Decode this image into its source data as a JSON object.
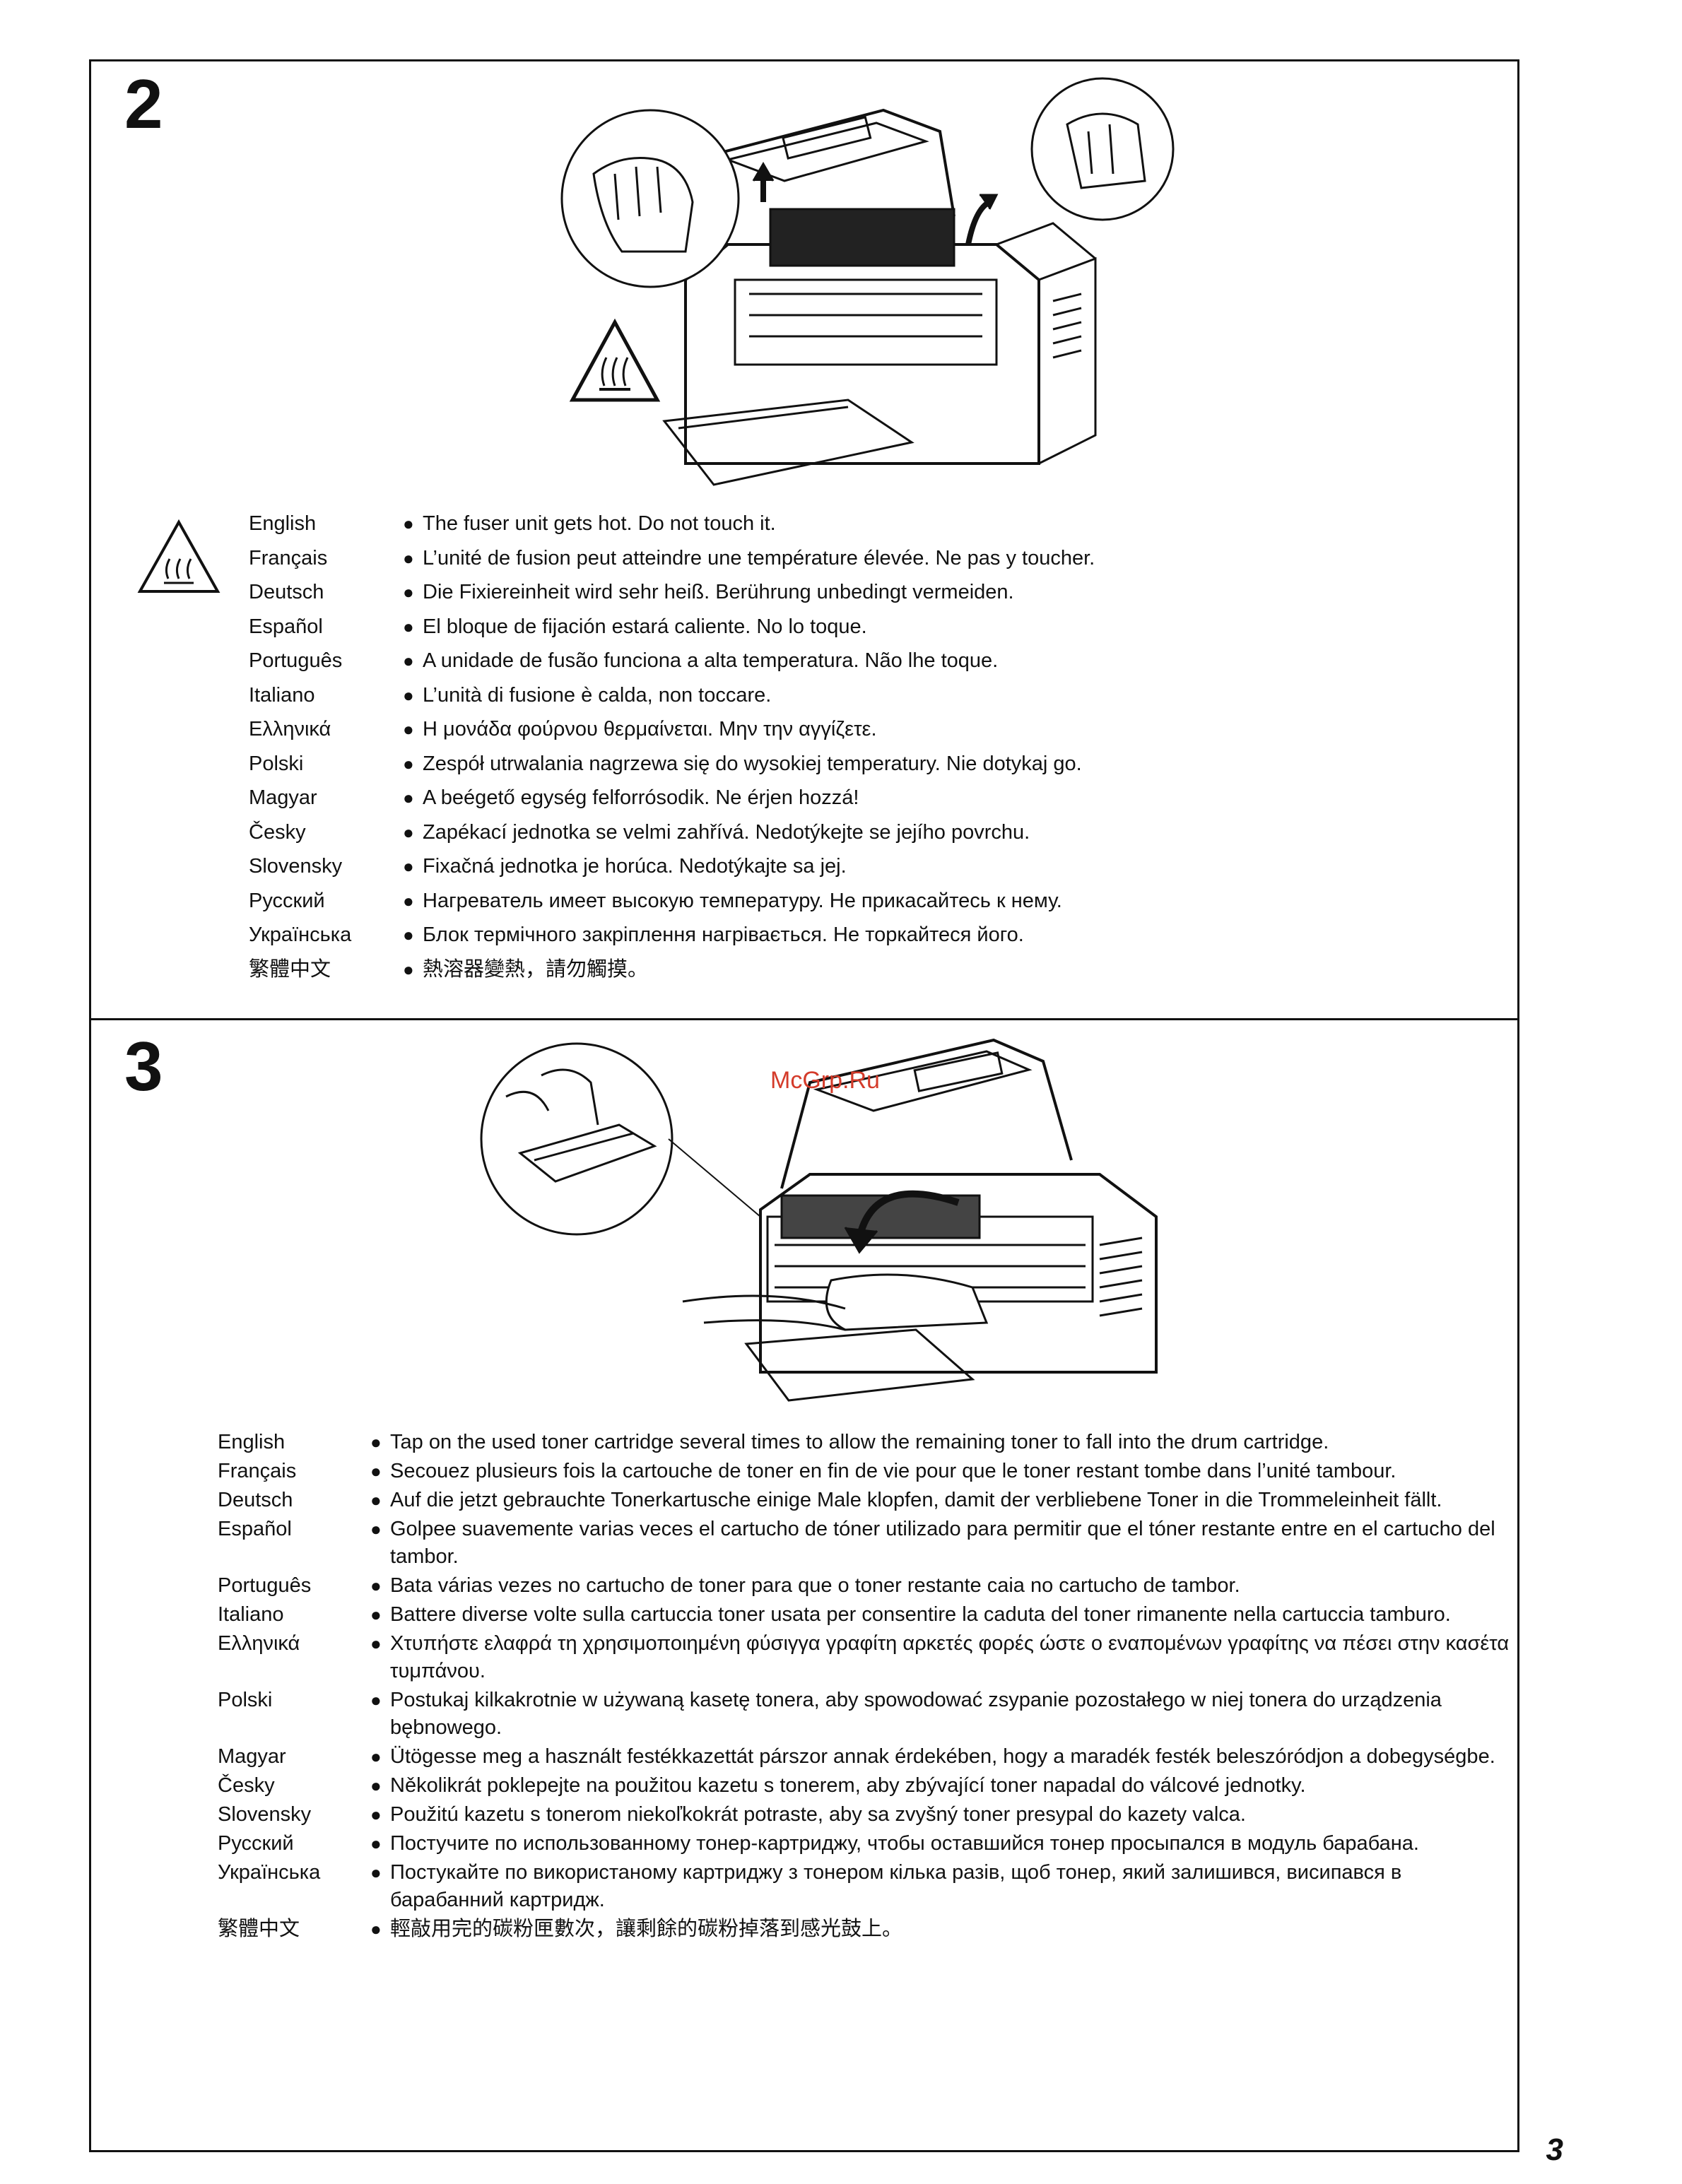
{
  "step2": {
    "number": "2",
    "instructions": [
      {
        "lang": "English",
        "text": "The fuser unit gets hot. Do not touch it."
      },
      {
        "lang": "Français",
        "text": "L’unité de fusion peut atteindre une température élevée. Ne pas y toucher."
      },
      {
        "lang": "Deutsch",
        "text": "Die Fixiereinheit wird sehr heiß. Berührung unbedingt vermeiden."
      },
      {
        "lang": "Español",
        "text": "El bloque de fijación estará caliente. No lo toque."
      },
      {
        "lang": "Português",
        "text": "A unidade de fusão funciona a alta temperatura. Não lhe toque."
      },
      {
        "lang": "Italiano",
        "text": "L’unità di fusione è calda, non toccare."
      },
      {
        "lang": "Ελληνικά",
        "text": "Η μονάδα φούρνου θερμαίνεται. Μην την αγγίζετε."
      },
      {
        "lang": "Polski",
        "text": "Zespół utrwalania nagrzewa się do wysokiej temperatury. Nie dotykaj go."
      },
      {
        "lang": "Magyar",
        "text": "A beégető egység felforrósodik. Ne érjen hozzá!"
      },
      {
        "lang": "Česky",
        "text": "Zapékací jednotka se velmi zahřívá. Nedotýkejte se jejího povrchu."
      },
      {
        "lang": "Slovensky",
        "text": "Fixačná jednotka je horúca. Nedotýkajte sa jej."
      },
      {
        "lang": "Русский",
        "text": "Нагреватель имеет высокую температуру. Не прикасайтесь к нему."
      },
      {
        "lang": "Українська",
        "text": "Блок термічного закріплення нагрівається. Не торкайтеся його."
      },
      {
        "lang": "繁體中文",
        "text": "熱溶器變熱，請勿觸摸。"
      }
    ]
  },
  "step3": {
    "number": "3",
    "instructions": [
      {
        "lang": "English",
        "text": "Tap on the used toner cartridge several times to allow the remaining toner to fall into the drum cartridge."
      },
      {
        "lang": "Français",
        "text": "Secouez plusieurs fois la cartouche de toner en fin de vie pour que le toner restant tombe dans l’unité tambour."
      },
      {
        "lang": "Deutsch",
        "text": "Auf die jetzt gebrauchte Tonerkartusche einige Male klopfen, damit der verbliebene Toner in die Trommeleinheit fällt."
      },
      {
        "lang": "Español",
        "text": "Golpee suavemente varias veces el cartucho de tóner utilizado para permitir que el tóner restante entre en el cartucho del tambor."
      },
      {
        "lang": "Português",
        "text": "Bata várias vezes no cartucho de toner para que o toner restante caia no cartucho de tambor."
      },
      {
        "lang": "Italiano",
        "text": "Battere diverse volte sulla cartuccia toner usata per consentire la caduta del toner rimanente nella cartuccia tamburo."
      },
      {
        "lang": "Ελληνικά",
        "text": "Χτυπήστε ελαφρά τη χρησιμοποιημένη φύσιγγα γραφίτη αρκετές φορές ώστε ο εναπομένων γραφίτης να πέσει στην κασέτα τυμπάνου."
      },
      {
        "lang": "Polski",
        "text": "Postukaj kilkakrotnie w używaną kasetę tonera, aby spowodować zsypanie pozostałego w niej tonera do urządzenia bębnowego."
      },
      {
        "lang": "Magyar",
        "text": "Ütögesse meg a használt festékkazettát párszor annak érdekében, hogy a maradék festék beleszóródjon a dobegységbe."
      },
      {
        "lang": "Česky",
        "text": "Několikrát poklepejte na použitou kazetu s tonerem, aby zbývající toner napadal do válcové jednotky."
      },
      {
        "lang": "Slovensky",
        "text": "Použitú kazetu s tonerom niekoľkokrát potraste, aby sa zvyšný toner presypal do kazety valca."
      },
      {
        "lang": "Русский",
        "text": "Постучите по использованному тонер-картриджу, чтобы оставшийся тонер просыпался в модуль барабана."
      },
      {
        "lang": "Українська",
        "text": "Постукайте по використаному картриджу з тонером кілька разів, щоб тонер, який залишився, висипався в барабанний картридж."
      },
      {
        "lang": "繁體中文",
        "text": "輕敲用完的碳粉匣數次，讓剩餘的碳粉掉落到感光鼓上。"
      }
    ]
  },
  "watermark": "McGrp.Ru",
  "page_number": "3"
}
